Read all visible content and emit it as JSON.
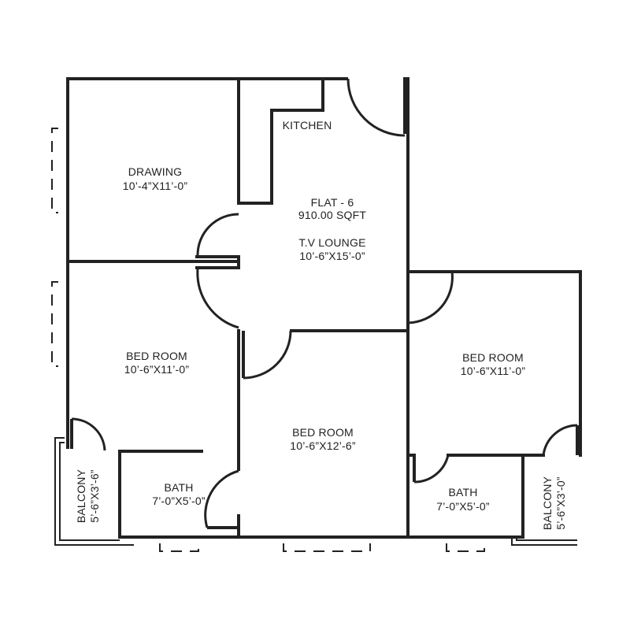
{
  "plan": {
    "flat_title": "FLAT - 6",
    "area": "910.00 SQFT",
    "rooms": {
      "kitchen": {
        "name": "KITCHEN"
      },
      "drawing": {
        "name": "DRAWING",
        "size": "10’-4”X11’-0”"
      },
      "tv_lounge": {
        "name": "T.V LOUNGE",
        "size": "10’-6”X15’-0”"
      },
      "bed_left": {
        "name": "BED ROOM",
        "size": "10’-6”X11’-0”"
      },
      "bed_center": {
        "name": "BED ROOM",
        "size": "10’-6”X12’-6”"
      },
      "bed_right": {
        "name": "BED ROOM",
        "size": "10’-6”X11’-0”"
      },
      "bath_left": {
        "name": "BATH",
        "size": "7’-0”X5’-0”"
      },
      "bath_right": {
        "name": "BATH",
        "size": "7’-0”X5’-0”"
      },
      "balcony_left": {
        "name": "BALCONY",
        "size": "5’-6”X3’-6”"
      },
      "balcony_right": {
        "name": "BALCONY",
        "size": "5’-6”X3’-0”"
      }
    }
  }
}
